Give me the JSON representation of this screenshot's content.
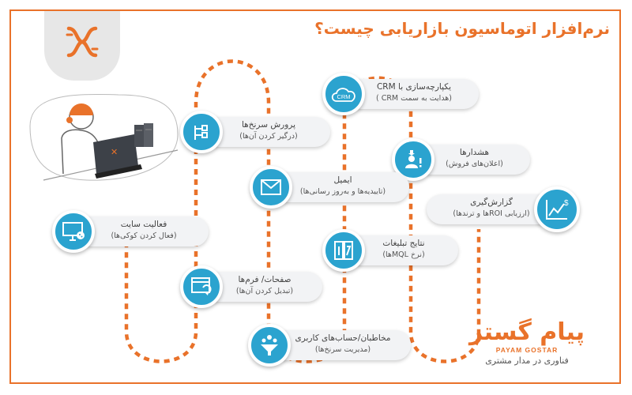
{
  "title": "نرم‌افزار اتوماسیون بازاریابی چیست؟",
  "brand": {
    "name_fa": "پیام گستر",
    "name_en": "PAYAM GOSTAR",
    "tagline": "فناوری در مدار مشتری"
  },
  "colors": {
    "accent": "#e9722a",
    "node": "#2ba3cf",
    "pill": "#f2f3f5"
  },
  "nodes": [
    {
      "id": "crm",
      "icon": "crm-cloud-icon",
      "icon_text": "CRM",
      "line1": "یکپارچه‌سازی با CRM",
      "line2": "(هدایت به سمت CRM )"
    },
    {
      "id": "nurture",
      "icon": "tree-icon",
      "line1": "پرورش سرنخ‌ها",
      "line2": "(درگیر کردن آن‌ها)"
    },
    {
      "id": "alerts",
      "icon": "user-alert-icon",
      "line1": "هشدارها",
      "line2": "(اعلان‌های فروش)"
    },
    {
      "id": "email",
      "icon": "envelope-icon",
      "line1": "ایمیل",
      "line2": "(تاییدیه‌ها و به‌روز رسانی‌ها)"
    },
    {
      "id": "reports",
      "icon": "chart-dollar-icon",
      "line1": "گزارش‌گیری",
      "line2": "(ارزیابی ROIها و ترندها)"
    },
    {
      "id": "site",
      "icon": "monitor-cookie-icon",
      "line1": "فعالیت سایت",
      "line2": "(فعال کردن کوکی‌ها)"
    },
    {
      "id": "ads",
      "icon": "ad-results-icon",
      "line1": "نتایج تبلیغات",
      "line2": "(نرخ MQLها)"
    },
    {
      "id": "pages",
      "icon": "form-refresh-icon",
      "line1": "صفحات/ فرم‌ها",
      "line2": "(تبدیل کردن آن‌ها)"
    },
    {
      "id": "contacts",
      "icon": "people-funnel-icon",
      "line1": "مخاطبان/حساب‌های کاربری",
      "line2": "(مدیریت سرنخ‌ها)"
    }
  ]
}
